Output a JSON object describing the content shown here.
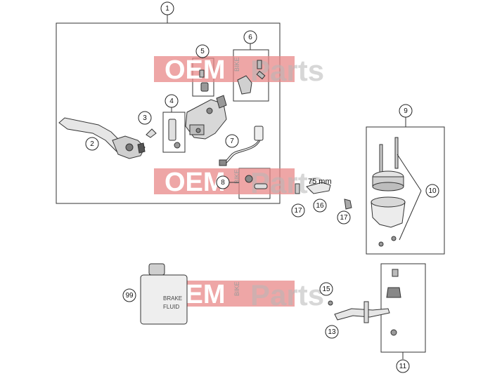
{
  "watermark": {
    "oem": "OEM",
    "bike": "BIKE",
    "parts": "Parts"
  },
  "dimension_label": "75 mm",
  "bottle_label": {
    "line1": "BRAKE",
    "line2": "FLUID"
  },
  "callouts": [
    {
      "id": "c1",
      "label": "1"
    },
    {
      "id": "c2",
      "label": "2"
    },
    {
      "id": "c3",
      "label": "3"
    },
    {
      "id": "c4",
      "label": "4"
    },
    {
      "id": "c5",
      "label": "5"
    },
    {
      "id": "c6",
      "label": "6"
    },
    {
      "id": "c7",
      "label": "7"
    },
    {
      "id": "c8",
      "label": "8"
    },
    {
      "id": "c9",
      "label": "9"
    },
    {
      "id": "c10",
      "label": "10"
    },
    {
      "id": "c11",
      "label": "11"
    },
    {
      "id": "c13",
      "label": "13"
    },
    {
      "id": "c15",
      "label": "15"
    },
    {
      "id": "c16",
      "label": "16"
    },
    {
      "id": "c17a",
      "label": "17"
    },
    {
      "id": "c17b",
      "label": "17"
    },
    {
      "id": "c99",
      "label": "99"
    }
  ]
}
